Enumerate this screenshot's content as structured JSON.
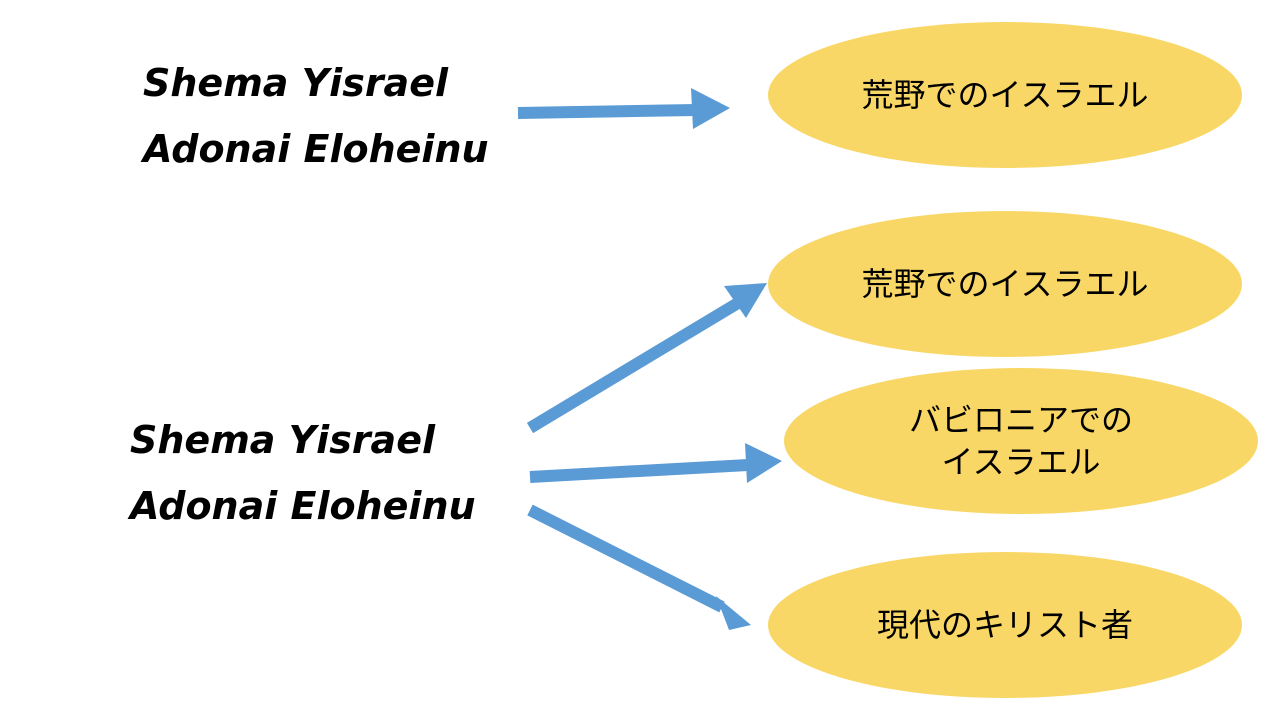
{
  "groups": [
    {
      "source_lines": [
        "Shema Yisrael",
        "Adonai Eloheinu"
      ],
      "targets": [
        {
          "label": "荒野でのイスラエル"
        }
      ]
    },
    {
      "source_lines": [
        "Shema Yisrael",
        "Adonai Eloheinu"
      ],
      "targets": [
        {
          "label": "荒野でのイスラエル"
        },
        {
          "label": "バビロニアでの\nイスラエル"
        },
        {
          "label": "現代のキリスト者"
        }
      ]
    }
  ],
  "colors": {
    "ellipse_fill": "#f9d766",
    "arrow": "#5b9bd5",
    "text": "#000000"
  }
}
